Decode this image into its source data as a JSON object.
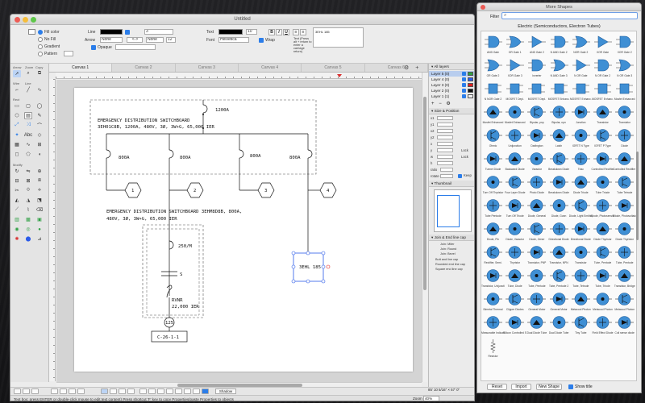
{
  "main_window": {
    "title": "Untitled",
    "toolbar": {
      "fill_color": "Fill color",
      "no_fill": "No Fill",
      "gradient": "Gradient",
      "pattern": "Pattern",
      "line": "Line",
      "line_width": "3",
      "arrow": "Arrow",
      "arrow_value": "None",
      "arrow_dir": "<->",
      "arrow_end": "None",
      "arrow_size": "12",
      "opaque": "Opaque",
      "text": "Text",
      "text_size": "10",
      "font": "Font",
      "font_value": "Helvetica",
      "wrap": "Wrap",
      "textbox_label": "Text (Press alt + return to enter a carriage return)",
      "textbox_value": "3EHL 185"
    },
    "tool_sections": {
      "arrow": "Arrow",
      "zoom": "Zoom",
      "copy": "Copy",
      "wire": "Wire",
      "line": "Line",
      "rect": "Rect",
      "stencil": "Stencil",
      "more": "Modify"
    },
    "tabs": [
      "Canvas 1",
      "Canvas 2",
      "Canvas 3",
      "Canvas 4",
      "Canvas 5",
      "Canvas 6"
    ],
    "tab_icons": [
      "gear-icon",
      "plus-icon"
    ],
    "drawing": {
      "main_switchboard_line1": "EMERGENCY DISTRIBUTION SWITCHBOARD",
      "main_switchboard_line2": "3EH01C8B, 1200A, 480V, 3Ø, 3W+G, 65,000 IER",
      "main_breaker": "1200A",
      "breakers": [
        "800A",
        "800A",
        "800A",
        "800A"
      ],
      "hex_numbers": [
        "1",
        "2",
        "3",
        "4"
      ],
      "sub_switchboard_line1": "EMERGENCY DISTRIBUTION SWITCHBOARD 3EHM8D8B, 800A,",
      "sub_switchboard_line2": "480V, 3Ø, 3W+G, 65,000 IER",
      "sub_breaker": "250/M",
      "sub_fuse": "S",
      "atv_line1": "RVNR",
      "atv_line2": "22,000 IER",
      "circle_number": "125",
      "rect_label": "C-26-1-1",
      "selected_label": "3EHL 185"
    },
    "status_text": "Text box: press ENTER or double-click mouse to edit text content)   Press shortcut 'F' key to copy Properties/paste Properties to objects",
    "bottom_shadow": "Shadow",
    "zoom_label": "Zoom",
    "zoom_value": "40%",
    "coord": "85' 10 5/16\" × 57' 0\""
  },
  "inspector": {
    "all_layers": "All layers",
    "layers": [
      {
        "name": "Layer 5 (0)",
        "color": "#2ea043"
      },
      {
        "name": "Layer 4 (0)",
        "color": "#2b5be9"
      },
      {
        "name": "Layer 3 (0)",
        "color": "#e02020"
      },
      {
        "name": "Layer 2 (0)",
        "color": "#111111"
      },
      {
        "name": "Layer 1 (1)",
        "color": "#f0f0f0"
      }
    ],
    "size_position": "Size & Position",
    "sp_rows": [
      "x1",
      "y1",
      "x2",
      "y2",
      "x",
      "y",
      "w",
      "h",
      "ratio",
      "rotate"
    ],
    "keep": "Keep",
    "lock_w": "Lock",
    "lock_h": "Lock",
    "thumbnail": "Thumbnail",
    "thumb_lines": [
      "Butt and line cap",
      "Rounded end line cap",
      "Square end line cap"
    ],
    "join": "Join & End line cap",
    "join_miter": "Join: Miter",
    "join_round": "Join: Round",
    "join_bevel": "Join: Bevel"
  },
  "more_shapes": {
    "title": "More Shapes",
    "filter_label": "Filter",
    "filter_placeholder": "",
    "category": "Electric (Semiconductors, Electron Tubes)",
    "accent": "#3f8fd4",
    "shapes": [
      "AND Gate",
      "OR Gate 1",
      "AND Gate 2",
      "N AND Gate 2",
      "NOR Gate 2",
      "XOR Gate",
      "XOR Gate 2",
      "OR Gate 2",
      "XOR Gate 3",
      "Inverter",
      "N AND Gate 3",
      "N OR Gate",
      "N OR Gate 2",
      "N OR Gate 3",
      "N NOR Gate 2",
      "MOSFET Depl.",
      "MOSFET Depl.",
      "MOSFET Enhanc.",
      "MOSFET Enhanc.",
      "MOSFET Enhanc.",
      "Mosfet Enhanced",
      "Mosfet Enhanced",
      "Mosfet Enhanced",
      "Bipolar, pnp",
      "Bipolar, npn",
      "Junction",
      "Transistor",
      "Transistor",
      "Ohmic",
      "Unijunction",
      "Darlington",
      "Latch",
      "IGFET N Type",
      "IGFET P Type",
      "Diode",
      "Tunnel Diode",
      "Backward Diode",
      "Varactor",
      "Breakdown Diode",
      "Triac",
      "Controlled Rectifier",
      "Controlled Rectifier 2",
      "Turn Off Thyristor",
      "Four Layer Diode",
      "Photo Diode",
      "Breakdown Diode",
      "Diode Triode",
      "Tube Triode",
      "Tube Tetrode",
      "Tube Pentode",
      "Turn Off Triode",
      "Diode, General",
      "Diode, Gunn",
      "Diode, Light Emitting",
      "Diode, Photosensitive",
      "Diode, Photovoltaic",
      "Diode, Pin",
      "Diode, Varactor",
      "Diode, Zener",
      "Directional Diode",
      "Directional Diode",
      "Diode Thyristor",
      "Diode Thyristor",
      "Rectifier, Semi.",
      "Thyristor",
      "Transistor, PNP",
      "Transistor, NPN",
      "Transistor",
      "Tube, Pentode",
      "Tube, Pentode",
      "Transistor, Unijunction",
      "Tube, Diode",
      "Tube, Pentode",
      "Tube, Pentode 2",
      "Tube, Tetrode",
      "Tube, Triode",
      "Transistor, Bridge",
      "Bimetal Thermal",
      "Clipper Diodes",
      "General Motor",
      "General Motor",
      "Metacool Photon",
      "Metacool Photon",
      "Metacool Photon",
      "Measurable Indicator",
      "Silicon Controlled Switch",
      "Dual Diode Tube",
      "Dual Diode Tube",
      "Tiny Tube",
      "Field Effect Diode",
      "Coil sense diode",
      "Resistor",
      "",
      "",
      "",
      "",
      "",
      ""
    ],
    "buttons": [
      "Reset",
      "Import",
      "New Shape"
    ],
    "show_title": "Show title"
  }
}
